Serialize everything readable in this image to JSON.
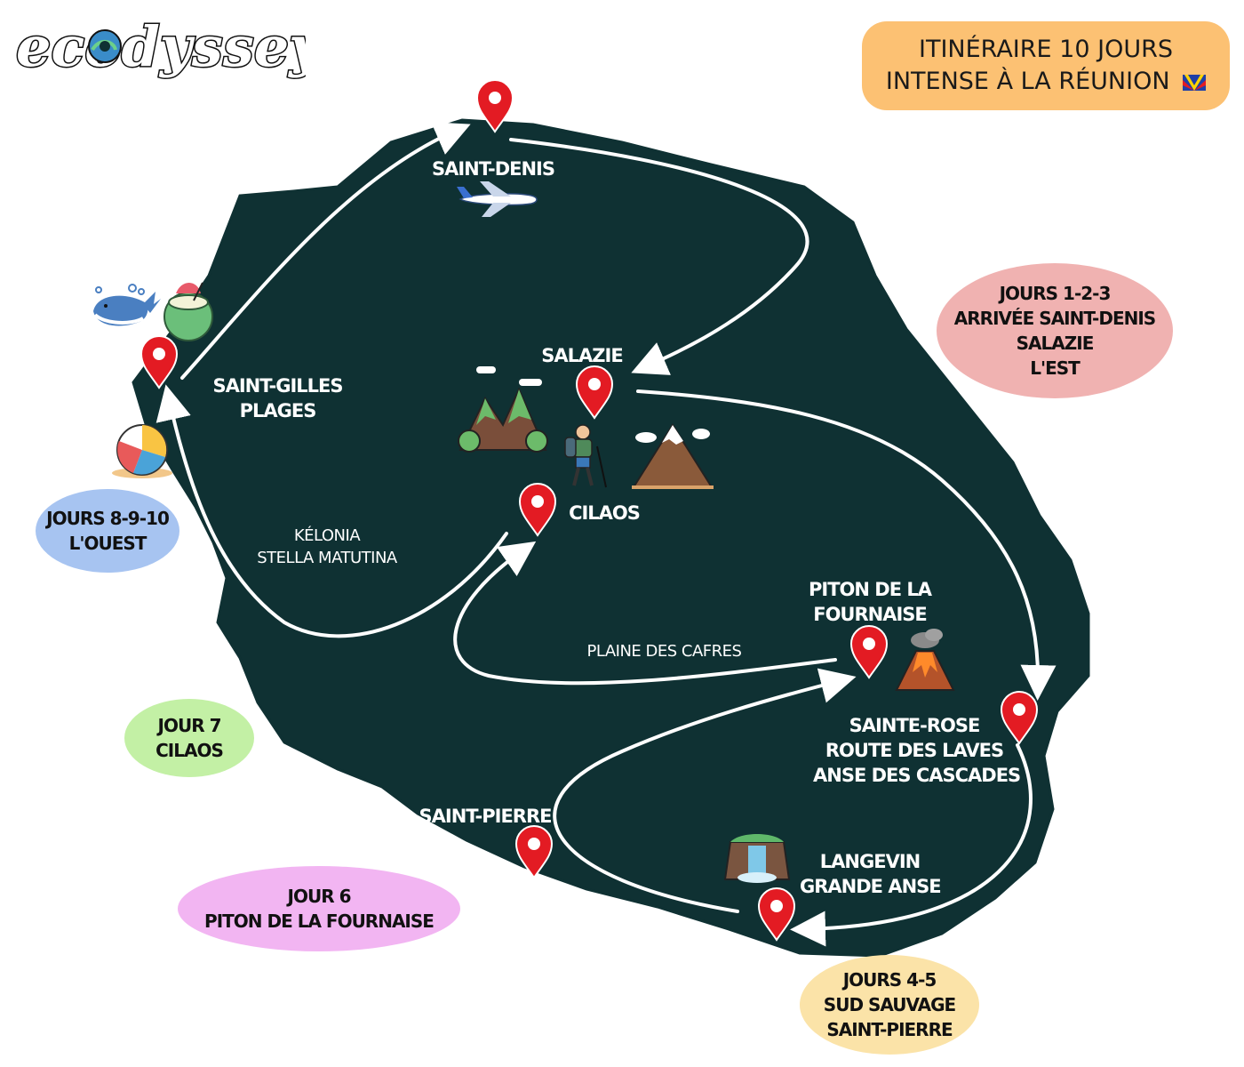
{
  "brand": {
    "logo_text": "ecodyssey"
  },
  "title": {
    "lines": [
      "ITINÉRAIRE 10 JOURS",
      "INTENSE À LA RÉUNION"
    ],
    "flag_icon": "reunion-flag-icon"
  },
  "colors": {
    "island": "#0f3133",
    "route": "#ffffff",
    "pin": "#e31b23",
    "title_box": "#fcc173",
    "bubble_days_1_3": "#f0b2b1",
    "bubble_days_4_5": "#fbe3a8",
    "bubble_day_6": "#f2b5f2",
    "bubble_day_7": "#c3f0a5",
    "bubble_days_8_10": "#a7c4f1"
  },
  "places": {
    "saint_denis": "SAINT-DENIS",
    "salazie": "SALAZIE",
    "cilaos": "CILAOS",
    "saint_gilles": [
      "SAINT-GILLES",
      "PLAGES"
    ],
    "kelonia": [
      "KÉLONIA",
      "STELLA MATUTINA"
    ],
    "plaine_cafres": "PLAINE DES CAFRES",
    "piton": [
      "PITON DE LA",
      "FOURNAISE"
    ],
    "sainte_rose": [
      "SAINTE-ROSE",
      "ROUTE DES LAVES",
      "ANSE DES CASCADES"
    ],
    "saint_pierre": "SAINT-PIERRE",
    "langevin": [
      "LANGEVIN",
      "GRANDE ANSE"
    ]
  },
  "days": {
    "d1_3": [
      "JOURS 1-2-3",
      "ARRIVÉE SAINT-DENIS",
      "SALAZIE",
      "L'EST"
    ],
    "d4_5": [
      "JOURS 4-5",
      "SUD SAUVAGE",
      "SAINT-PIERRE"
    ],
    "d6": [
      "JOUR 6",
      "PITON DE LA FOURNAISE"
    ],
    "d7": [
      "JOUR 7",
      "CILAOS"
    ],
    "d8_10": [
      "JOURS 8-9-10",
      "L'OUEST"
    ]
  },
  "icons": [
    "airplane-icon",
    "whale-icon",
    "coconut-drink-icon",
    "beach-ball-icon",
    "green-mountains-icon",
    "hiker-icon",
    "snowy-mountain-icon",
    "volcano-icon",
    "waterfall-icon",
    "map-pin-icon"
  ]
}
